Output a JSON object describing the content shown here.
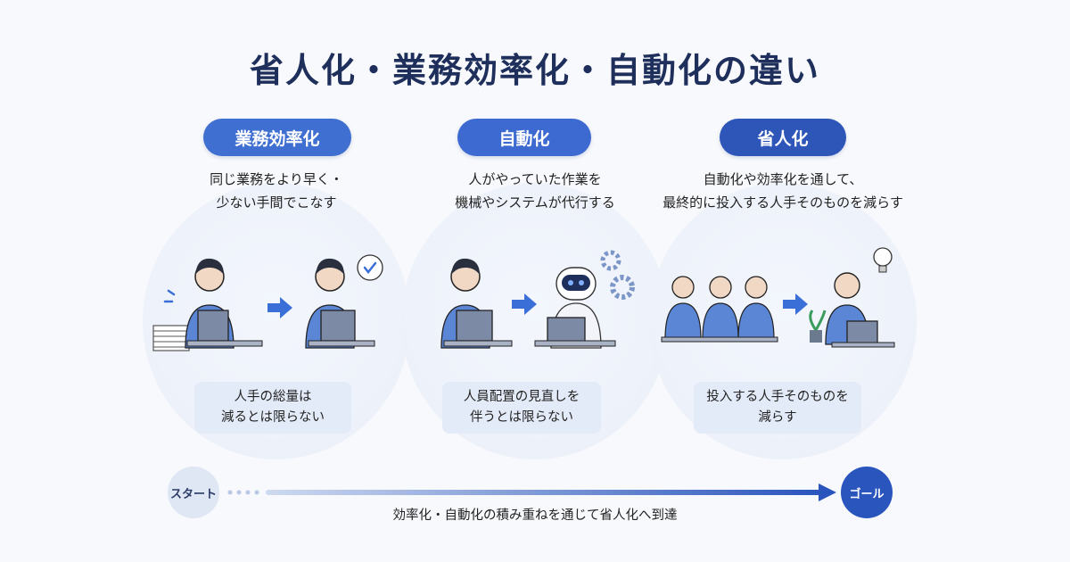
{
  "title": "省人化・業務効率化・自動化の違い",
  "columns": [
    {
      "label": "業務効率化",
      "desc_lines": [
        "同じ業務をより早く・",
        "少ない手間でこなす"
      ],
      "note_lines": [
        "人手の総量は",
        "減るとは限らない"
      ],
      "icons": [
        "stressed-worker-with-papers-icon",
        "arrow-right-icon",
        "relaxed-worker-icon",
        "checkmark-bubble-icon"
      ]
    },
    {
      "label": "自動化",
      "desc_lines": [
        "人がやっていた作業を",
        "機械やシステムが代行する"
      ],
      "note_lines": [
        "人員配置の見直しを",
        "伴うとは限らない"
      ],
      "icons": [
        "worker-icon",
        "arrow-right-icon",
        "robot-icon",
        "gear-icon"
      ]
    },
    {
      "label": "省人化",
      "desc_lines": [
        "自動化や効率化を通して、",
        "最終的に投入する人手そのものを減らす"
      ],
      "note_lines": [
        "投入する人手そのものを",
        "減らす"
      ],
      "icons": [
        "team-of-three-icon",
        "arrow-right-icon",
        "single-worker-icon",
        "lightbulb-icon",
        "plant-icon"
      ]
    }
  ],
  "timeline": {
    "start_label": "スタート",
    "goal_label": "ゴール",
    "caption": "効率化・自動化の積み重ねを通じて省人化へ到達"
  },
  "colors": {
    "title": "#1e2f5c",
    "pill_1": "#3f6fd0",
    "pill_2": "#3c6ad0",
    "pill_3": "#2e56b8",
    "arrow": "#3b6fd8",
    "goal": "#2a55bd"
  }
}
